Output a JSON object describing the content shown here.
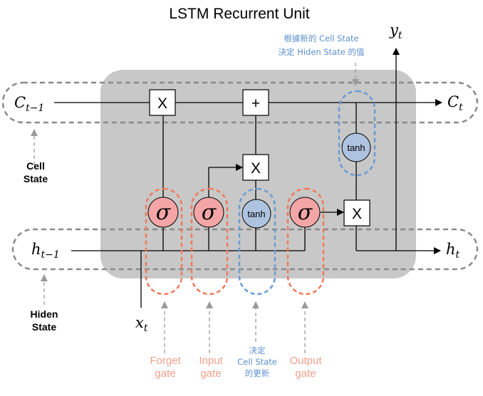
{
  "title": "LSTM Recurrent Unit",
  "variables": {
    "c_prev": "C",
    "c_prev_sub": "t−1",
    "c_next": "C",
    "c_next_sub": "t",
    "h_prev": "h",
    "h_prev_sub": "t−1",
    "h_next": "h",
    "h_next_sub": "t",
    "x": "x",
    "x_sub": "t",
    "y": "y",
    "y_sub": "t"
  },
  "ops": {
    "multiply": "X",
    "add": "+",
    "tanh": "tanh",
    "sigma": "σ"
  },
  "side_labels": {
    "cell_state": [
      "Cell",
      "State"
    ],
    "hidden_state": [
      "Hiden",
      "State"
    ]
  },
  "gate_labels": {
    "forget": [
      "Forget",
      "gate"
    ],
    "input": [
      "Input",
      "gate"
    ],
    "output": [
      "Output",
      "gate"
    ],
    "update": [
      "决定",
      "Cell State",
      "的更新"
    ]
  },
  "top_note": [
    "根據新的 Cell State",
    "決定 Hiden State 的值"
  ],
  "colors": {
    "body": "#c8c8c8",
    "gate_red": "#f4a5a5",
    "gate_dash_red": "#f07a5c",
    "tanh_blue": "#aec3e0",
    "dash_blue": "#6a9bd5",
    "state_dash": "#8a8a8a",
    "gate_text": "#f4a08a",
    "blue_text": "#5b8fd0"
  }
}
